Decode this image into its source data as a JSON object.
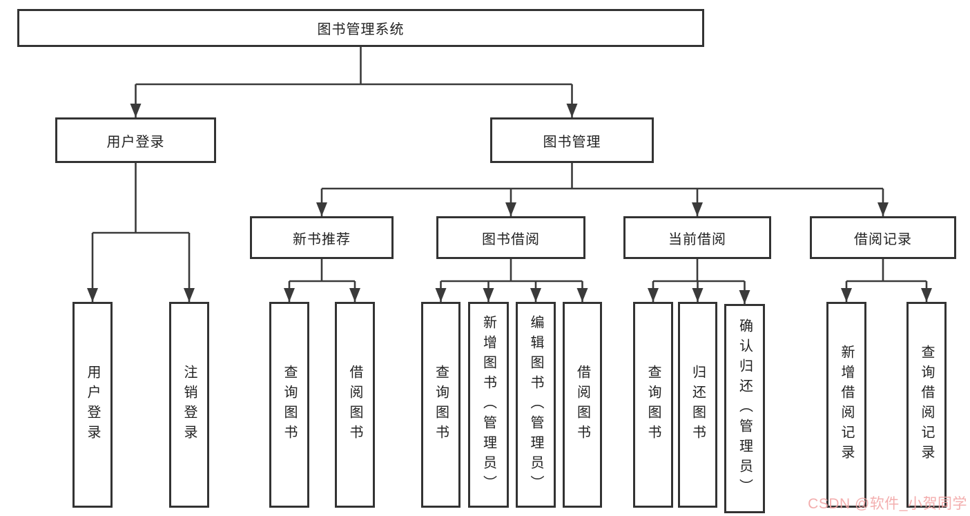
{
  "tree": {
    "root": {
      "label": "图书管理系统"
    },
    "branches": [
      {
        "label": "用户登录",
        "children": [
          {
            "label": "用户登录"
          },
          {
            "label": "注销登录"
          }
        ]
      },
      {
        "label": "图书管理",
        "groups": [
          {
            "label": "新书推荐",
            "children": [
              {
                "label": "查询图书"
              },
              {
                "label": "借阅图书"
              }
            ]
          },
          {
            "label": "图书借阅",
            "children": [
              {
                "label": "查询图书"
              },
              {
                "label": "新增图书（管理员）"
              },
              {
                "label": "编辑图书（管理员）"
              },
              {
                "label": "借阅图书"
              }
            ]
          },
          {
            "label": "当前借阅",
            "children": [
              {
                "label": "查询图书"
              },
              {
                "label": "归还图书"
              },
              {
                "label": "确认归还（管理员）"
              }
            ]
          },
          {
            "label": "借阅记录",
            "children": [
              {
                "label": "新增借阅记录"
              },
              {
                "label": "查询借阅记录"
              }
            ]
          }
        ]
      }
    ]
  },
  "watermark": {
    "text": "CSDN @软件_小贺同学"
  },
  "colors": {
    "line": "#3a3a3a",
    "border": "#333333",
    "fill": "#ffffff",
    "text": "#222222",
    "watermark": "#f2a6a6"
  }
}
